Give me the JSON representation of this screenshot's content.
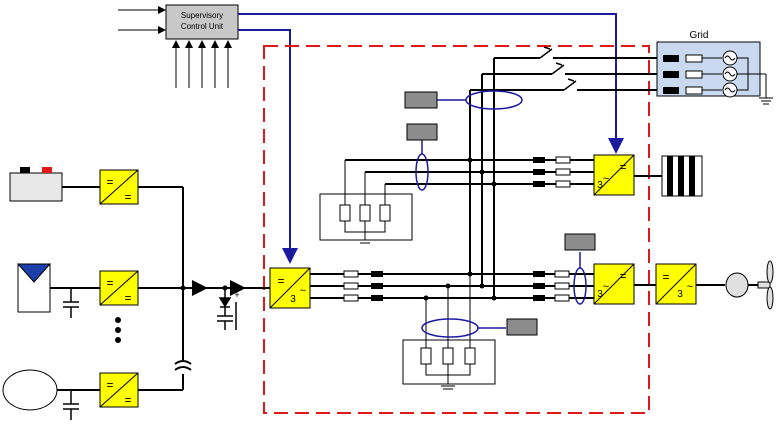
{
  "diagram": {
    "supervisory_label_line1": "Supervisory",
    "supervisory_label_line2": "Control Unit",
    "grid_label": "Grid",
    "dc_symbol": "=",
    "ac_symbol": "~",
    "three_phase": "3",
    "cap_plus": "+"
  },
  "colors": {
    "control_link": "#1a1aa0",
    "boundary": "#e01818",
    "converter_fill": "#ffff00",
    "grid_fill": "#c9daf0",
    "sensor_fill": "#8c8c8c",
    "supervisory_fill": "#c8c8c8",
    "wire": "#000000"
  },
  "icons": [
    "battery-icon",
    "pv-panel-icon",
    "generator-icon",
    "capacitor-icon",
    "wind-turbine-icon",
    "breaker-icon",
    "load-icon",
    "ground-icon"
  ]
}
